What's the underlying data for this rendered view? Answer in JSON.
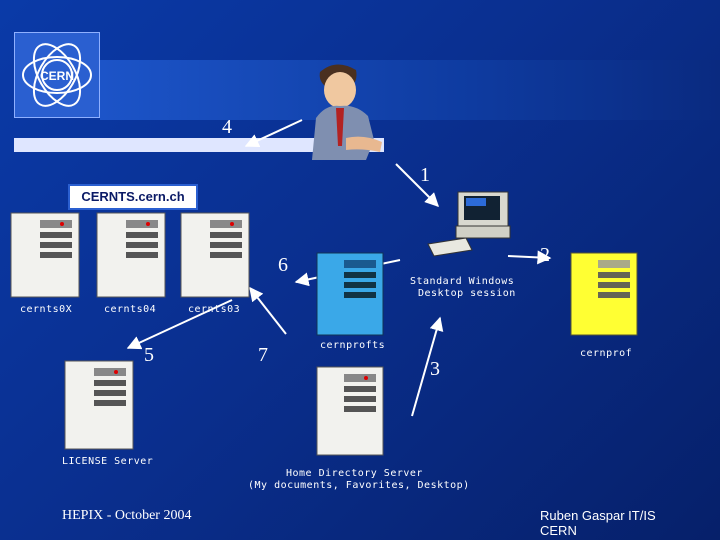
{
  "logo": {
    "text": "CERN"
  },
  "numbers": {
    "n1": "1",
    "n2": "2",
    "n3": "3",
    "n4": "4",
    "n5": "5",
    "n6": "6",
    "n7": "7"
  },
  "labels": {
    "cernts_domain": "CERNTS.cern.ch",
    "cernts0x": "cernts0X",
    "cernts04": "cernts04",
    "cernts03": "cernts03",
    "cernprofts": "cernprofts",
    "cernprof": "cernprof",
    "license_server": "LICENSE Server",
    "std_windows_l1": "Standard Windows",
    "std_windows_l2": "Desktop session",
    "home_dir_l1": "Home Directory Server",
    "home_dir_l2": "(My documents, Favorites, Desktop)"
  },
  "footer": {
    "left": "HEPIX - October 2004",
    "right_l1": "Ruben Gaspar IT/IS",
    "right_l2": "CERN"
  },
  "colors": {
    "background": "#0a2f8f",
    "server_white": "#f2f2ee",
    "server_blue": "#3aa8e8",
    "server_yellow": "#ffff33"
  }
}
